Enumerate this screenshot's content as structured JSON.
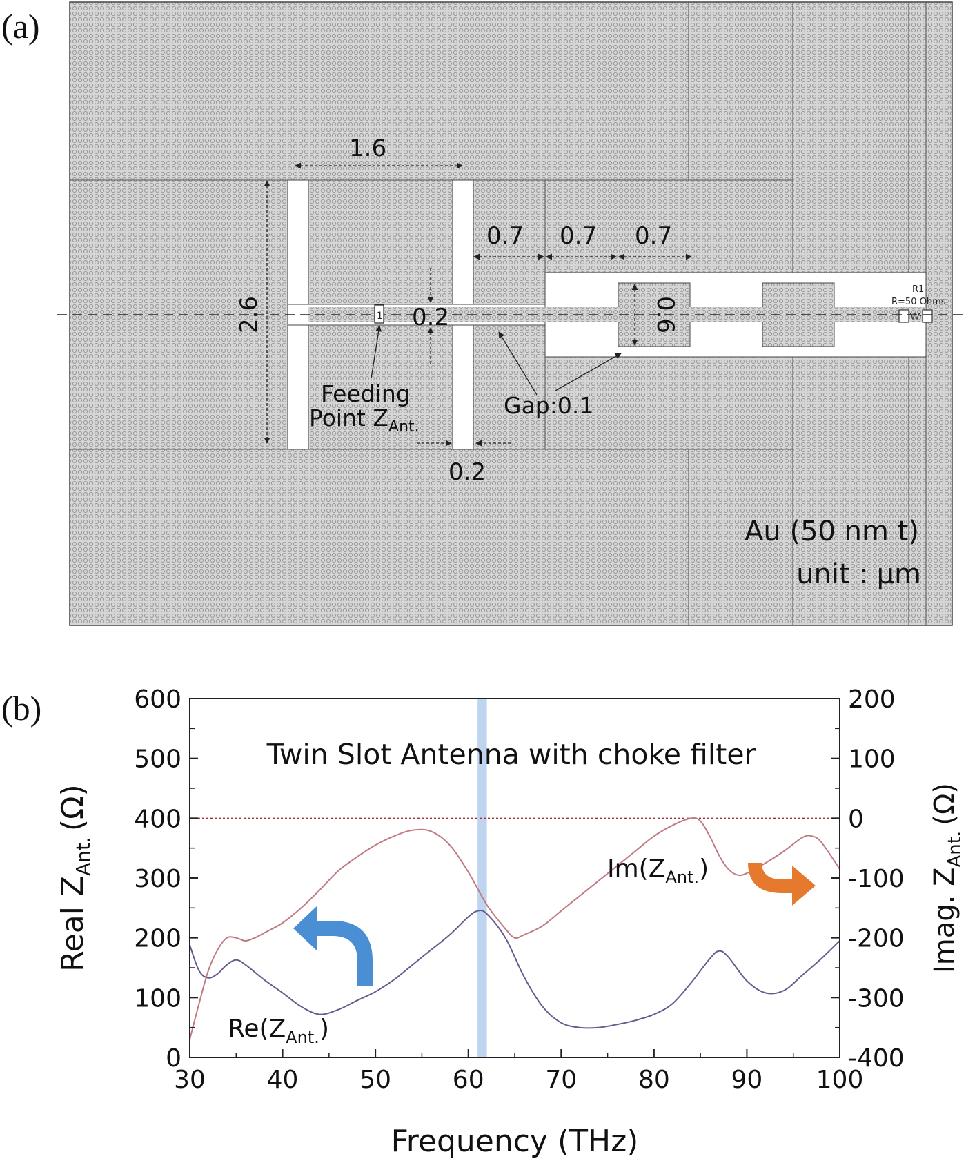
{
  "panel_a": {
    "label": "(a)",
    "dims": {
      "d_1_6": "1.6",
      "d_2_6": "2.6",
      "d_0_7_a": "0.7",
      "d_0_7_b": "0.7",
      "d_0_7_c": "0.7",
      "d_0_6": "0.6",
      "d_0_2_gap": "0.2",
      "d_0_2_slot": "0.2"
    },
    "feeding_line1": "Feeding",
    "feeding_line2": "Point Z",
    "feeding_sub": "Ant.",
    "gap_label": "Gap:0.1",
    "port_label": "1",
    "resistor_name": "R1",
    "resistor_value": "R=50 Ohms",
    "material": "Au (50 nm t)",
    "unit": "unit : μm",
    "colors": {
      "metal_fill": "#d3d3d3",
      "metal_dots": "#9a9a9a",
      "line": "#222222"
    }
  },
  "panel_b": {
    "label": "(b)"
  },
  "chart_data": {
    "type": "line",
    "title": "Twin Slot Antenna with choke filter",
    "xlabel": "Frequency (THz)",
    "ylabel_left": {
      "main": "Real Z",
      "sub": "Ant.",
      "unit": "(Ω)"
    },
    "ylabel_right": {
      "main": "Imag. Z",
      "sub": "Ant.",
      "unit": "(Ω)"
    },
    "xlim": [
      30,
      100
    ],
    "ylim_left": [
      0,
      600
    ],
    "ylim_right": [
      -400,
      200
    ],
    "xticks": [
      "30",
      "40",
      "50",
      "60",
      "70",
      "80",
      "90",
      "100"
    ],
    "yticks_left": [
      "0",
      "100",
      "200",
      "300",
      "400",
      "500",
      "600"
    ],
    "yticks_right": [
      "-400",
      "-300",
      "-200",
      "-100",
      "0",
      "100",
      "200"
    ],
    "highlight_band": [
      61,
      62
    ],
    "reference_line": {
      "axis": "right",
      "y": 0
    },
    "series": [
      {
        "name": "Re(Z",
        "name_sub": "Ant.",
        "name_close": ")",
        "axis": "left",
        "color": "#6a5a8e",
        "x": [
          30,
          31,
          32,
          33,
          34,
          35,
          36,
          38,
          40,
          42,
          44,
          46,
          48,
          50,
          52,
          54,
          56,
          58,
          60,
          61,
          62,
          64,
          66,
          68,
          70,
          72,
          74,
          76,
          78,
          80,
          82,
          84,
          86,
          87,
          88,
          90,
          92,
          94,
          96,
          98,
          100
        ],
        "y": [
          188,
          145,
          133,
          140,
          155,
          163,
          155,
          130,
          108,
          85,
          72,
          80,
          95,
          110,
          130,
          155,
          180,
          205,
          235,
          245,
          240,
          200,
          135,
          85,
          58,
          50,
          50,
          55,
          62,
          72,
          90,
          125,
          165,
          178,
          168,
          128,
          108,
          112,
          138,
          165,
          195
        ]
      },
      {
        "name": "Im(Z",
        "name_sub": "Ant.",
        "name_close": ")",
        "axis": "right",
        "color": "#c07a82",
        "x": [
          30,
          31,
          32,
          33,
          34,
          35,
          36,
          37,
          38,
          40,
          42,
          44,
          46,
          48,
          50,
          52,
          54,
          56,
          58,
          60,
          62,
          64,
          65,
          66,
          68,
          70,
          72,
          74,
          76,
          78,
          80,
          82,
          84,
          85,
          86,
          87,
          88,
          89,
          90,
          92,
          94,
          96,
          97,
          98,
          100
        ],
        "y": [
          -370,
          -310,
          -255,
          -220,
          -200,
          -200,
          -205,
          -200,
          -192,
          -175,
          -150,
          -120,
          -88,
          -65,
          -45,
          -30,
          -20,
          -22,
          -45,
          -90,
          -145,
          -185,
          -200,
          -195,
          -180,
          -155,
          -130,
          -105,
          -80,
          -55,
          -30,
          -12,
          0,
          -5,
          -30,
          -62,
          -85,
          -95,
          -92,
          -75,
          -55,
          -32,
          -30,
          -40,
          -85
        ]
      }
    ],
    "annotations": [
      {
        "text": "arrow-left",
        "color": "#4a8fd4"
      },
      {
        "text": "arrow-right",
        "color": "#e57a2e"
      }
    ]
  }
}
